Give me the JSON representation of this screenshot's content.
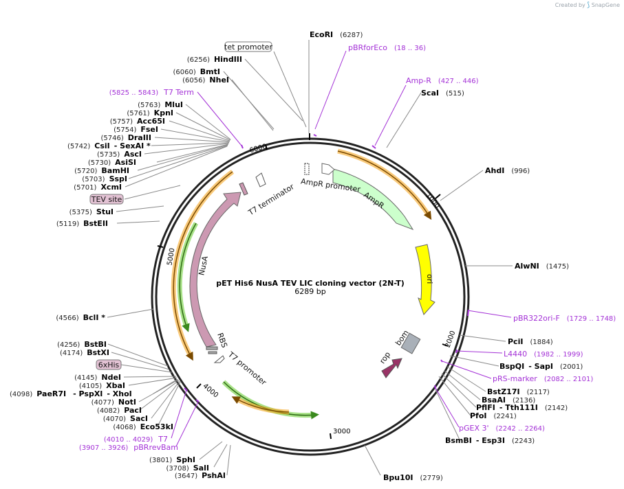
{
  "brand": {
    "prefix": "Created by",
    "name": "SnapGene"
  },
  "plasmid": {
    "name": "pET His6 NusA TEV LIC cloning vector (2N-T)",
    "length": "6289 bp"
  },
  "ticks": [
    "1000",
    "2000",
    "3000",
    "4000",
    "5000",
    "6000"
  ],
  "enzymes": [
    {
      "name": "EcoRI",
      "pos": "(6287)"
    },
    {
      "name": "ScaI",
      "pos": "(515)"
    },
    {
      "name": "AhdI",
      "pos": "(996)"
    },
    {
      "name": "AlwNI",
      "pos": "(1475)"
    },
    {
      "name": "PciI",
      "pos": "(1884)"
    },
    {
      "name": "BspQI",
      "pre": "- SapI",
      "pos": "(2001)"
    },
    {
      "name": "BstZ17I",
      "pos": "(2117)"
    },
    {
      "name": "BsaAI",
      "pos": "(2136)"
    },
    {
      "name": "PflFI",
      "pre": "- Tth111I",
      "pos": "(2142)"
    },
    {
      "name": "PfoI",
      "pos": "(2241)"
    },
    {
      "name": "BsmBI",
      "pre": "- Esp3I",
      "pos": "(2243)"
    },
    {
      "name": "Bpu10I",
      "pos": "(2779)"
    },
    {
      "name": "PshAI",
      "pos": "(3647)"
    },
    {
      "name": "SalI",
      "pos": "(3708)"
    },
    {
      "name": "SphI",
      "pos": "(3801)"
    },
    {
      "name": "Eco53kI",
      "pos": "(4068)"
    },
    {
      "name": "SacI",
      "pos": "(4070)"
    },
    {
      "name": "NotI",
      "pos": "(4077)"
    },
    {
      "name": "PacI",
      "pos": "(4082)"
    },
    {
      "name": "PaeR7I",
      "pre": "- PspXI",
      "post": "- XhoI",
      "pos": "(4098)"
    },
    {
      "name": "XbaI",
      "pos": "(4105)"
    },
    {
      "name": "NdeI",
      "pos": "(4145)"
    },
    {
      "name": "BstXI",
      "pos": "(4174)"
    },
    {
      "name": "BstBI",
      "pos": "(4256)"
    },
    {
      "name": "BclI *",
      "pos": "(4566)"
    },
    {
      "name": "BstEII",
      "pos": "(5119)"
    },
    {
      "name": "StuI",
      "pos": "(5375)"
    },
    {
      "name": "XcmI",
      "pos": "(5701)"
    },
    {
      "name": "SspI",
      "pos": "(5703)"
    },
    {
      "name": "BamHI",
      "pos": "(5720)"
    },
    {
      "name": "AsiSI",
      "pos": "(5730)"
    },
    {
      "name": "AscI",
      "pos": "(5735)"
    },
    {
      "name": "CsiI",
      "pre": "- SexAI *",
      "pos": "(5742)"
    },
    {
      "name": "DraIII",
      "pos": "(5746)"
    },
    {
      "name": "FseI",
      "pos": "(5754)"
    },
    {
      "name": "Acc65I",
      "pos": "(5757)"
    },
    {
      "name": "KpnI",
      "pos": "(5761)"
    },
    {
      "name": "MluI",
      "pos": "(5763)"
    },
    {
      "name": "NheI",
      "pos": "(6056)"
    },
    {
      "name": "BmtI",
      "pos": "(6060)"
    },
    {
      "name": "HindIII",
      "pos": "(6256)"
    }
  ],
  "primers": [
    {
      "name": "pBRforEco",
      "range": "(18 .. 36)"
    },
    {
      "name": "Amp-R",
      "range": "(427 .. 446)"
    },
    {
      "name": "pBR322ori-F",
      "range": "(1729 .. 1748)"
    },
    {
      "name": "L4440",
      "range": "(1982 .. 1999)"
    },
    {
      "name": "pRS-marker",
      "range": "(2082 .. 2101)"
    },
    {
      "name": "pGEX 3'",
      "range": "(2242 .. 2264)"
    },
    {
      "name": "T7",
      "range": "(4010 .. 4029)"
    },
    {
      "name": "pBRrevBam",
      "range": "(3907 .. 3926)"
    },
    {
      "name": "T7 Term",
      "range": "(5825 .. 5843)"
    }
  ],
  "features": {
    "tet_promoter": "tet promoter",
    "tev_site": "TEV site",
    "his_tag": "6xHis",
    "ampr_promoter": "AmpR promoter",
    "ampr": "AmpR",
    "ori": "ori",
    "bom": "bom",
    "rop": "rop",
    "nusa": "NusA",
    "rbs": "RBS",
    "t7_promoter": "T7 promoter",
    "t7_terminator": "T7 terminator"
  },
  "colors": {
    "ampr": "#ccffcc",
    "ori": "#ffff00",
    "bom": "#a9b0b8",
    "rop": "#993366",
    "nusa": "#cc99b2",
    "primer": "#a330d6",
    "orange_orf": "#f5a623",
    "green_orf": "#6fcf3a",
    "badge_fill": "#e3c2d4"
  }
}
